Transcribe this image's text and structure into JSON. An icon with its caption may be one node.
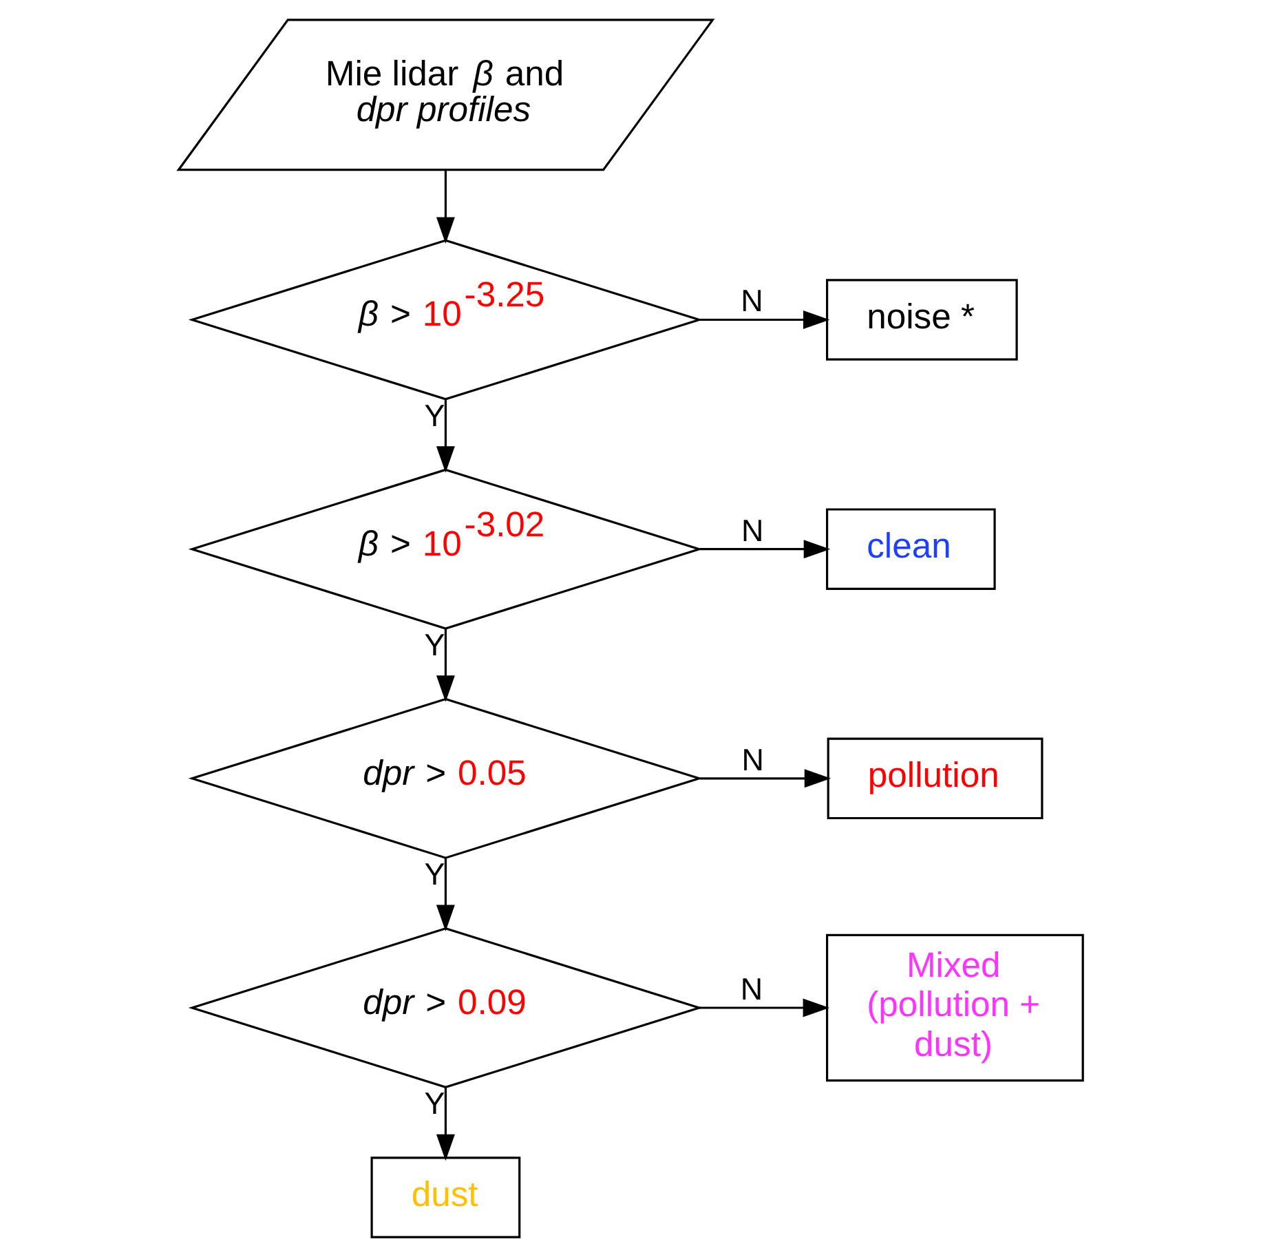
{
  "diagram": {
    "nodes": [
      {
        "text": [
          "Mie lidar *β* and *dpr profiles*"
        ]
      },
      {
        "text": [
          "*β* > 10$^{-3.25}$"
        ]
      },
      {
        "text": [
          "noise *"
        ]
      },
      {
        "text": [
          "*β* > 10$^{-3.02}$"
        ]
      },
      {
        "text": [
          "clean"
        ]
      },
      {
        "text": [
          "*dpr* > 0.05"
        ]
      },
      {
        "text": [
          "pollution"
        ]
      },
      {
        "text": [
          "*dpr* > 0.09"
        ]
      },
      {
        "text": [
          "Mixed (pollution + dust)"
        ]
      },
      {
        "text": [
          "dust"
        ]
      }
    ],
    "edges": [
      {
        "from": 0,
        "to": 1,
        "arrow": "to"
      },
      {
        "from": 1,
        "to": 2,
        "arrow": "to",
        "label": "N"
      },
      {
        "from": 1,
        "to": 3,
        "arrow": "to",
        "label": "Y"
      },
      {
        "from": 3,
        "to": 4,
        "arrow": "to",
        "label": "N"
      },
      {
        "from": 3,
        "to": 5,
        "arrow": "to",
        "label": "Y"
      },
      {
        "from": 5,
        "to": 6,
        "arrow": "to",
        "label": "N"
      },
      {
        "from": 5,
        "to": 7,
        "arrow": "to",
        "label": "Y"
      },
      {
        "from": 7,
        "to": 8,
        "arrow": "to",
        "label": "N"
      },
      {
        "from": 7,
        "to": 9,
        "arrow": "to",
        "label": "Y"
      }
    ]
  }
}
